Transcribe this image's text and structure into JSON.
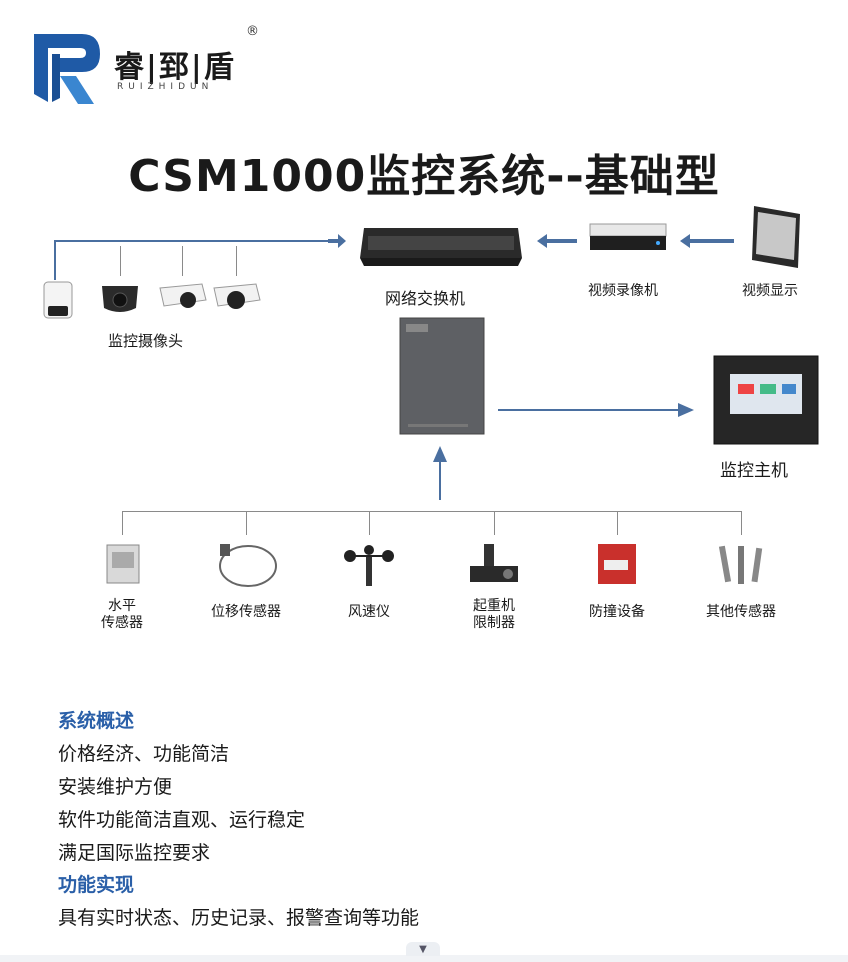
{
  "brand": {
    "name": "睿|郅|盾",
    "registered": "®",
    "pinyin": "RUIZHIDUN"
  },
  "title": "CSM1000监控系统--基础型",
  "diagram": {
    "switch_label": "网络交换机",
    "nvr_label": "视频录像机",
    "display_label": "视频显示",
    "cameras_label": "监控摄像头",
    "host_label": "监控主机",
    "sensors": [
      {
        "label": "水平\n传感器"
      },
      {
        "label": "位移传感器"
      },
      {
        "label": "风速仪"
      },
      {
        "label": "起重机\n限制器"
      },
      {
        "label": "防撞设备"
      },
      {
        "label": "其他传感器"
      }
    ]
  },
  "overview": {
    "heading": "系统概述",
    "lines": [
      "价格经济、功能简洁",
      "安装维护方便",
      "软件功能简洁直观、运行稳定",
      "满足国际监控要求"
    ]
  },
  "features": {
    "heading": "功能实现",
    "lines": [
      "具有实时状态、历史记录、报警查询等功能"
    ]
  },
  "colors": {
    "accent": "#2a5fa8",
    "line": "#4a6fa0",
    "logo_blue": "#1f5aa6"
  }
}
